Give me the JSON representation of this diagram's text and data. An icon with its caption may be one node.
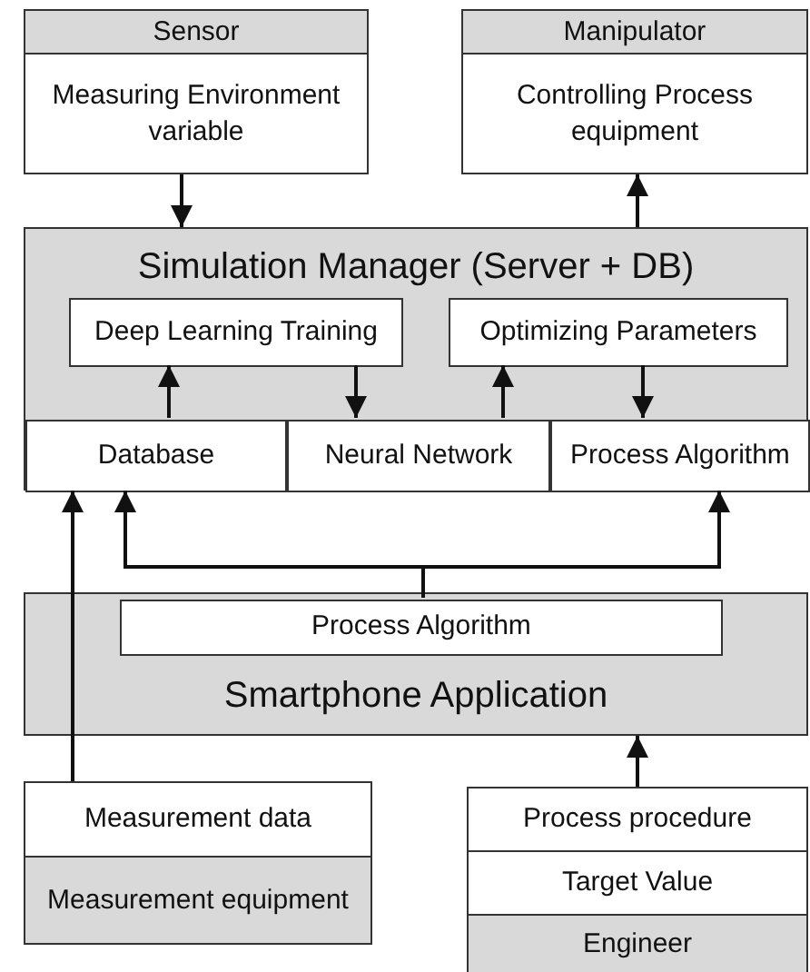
{
  "diagram": {
    "nodes": [
      {
        "text": [
          "Sensor",
          "Measuring Environment variable"
        ]
      },
      {
        "text": [
          "Manipulator",
          "Controlling Process equipment"
        ]
      },
      {
        "text": [
          "Simulation Manager (Server + DB)"
        ]
      },
      {
        "text": [
          "Deep Learning Training"
        ],
        "in": 2
      },
      {
        "text": [
          "Optimizing Parameters"
        ],
        "in": 2
      },
      {
        "text": [
          "Database"
        ],
        "in": 2
      },
      {
        "text": [
          "Neural Network"
        ],
        "in": 2
      },
      {
        "text": [
          "Process Algorithm"
        ],
        "in": 2
      },
      {
        "text": [
          "Smartphone Application"
        ]
      },
      {
        "text": [
          "Process Algorithm"
        ],
        "in": 8
      },
      {
        "text": [
          "Measurement data",
          "Measurement equipment"
        ]
      },
      {
        "text": [
          "Process procedure",
          "Target Value",
          "Engineer"
        ]
      }
    ],
    "edges": [
      {
        "from": 0,
        "to": 2,
        "arrow": "to"
      },
      {
        "from": 2,
        "to": 1,
        "arrow": "to"
      },
      {
        "from": 5,
        "to": 3,
        "arrow": "to"
      },
      {
        "from": 3,
        "to": 6,
        "arrow": "to"
      },
      {
        "from": 6,
        "to": 4,
        "arrow": "to"
      },
      {
        "from": 4,
        "to": 7,
        "arrow": "to"
      },
      {
        "from": 9,
        "to": 5,
        "arrow": "to"
      },
      {
        "from": 9,
        "to": 7,
        "arrow": "to"
      },
      {
        "from": 10,
        "to": 5,
        "arrow": "to"
      },
      {
        "from": 11,
        "to": 8,
        "arrow": "to"
      }
    ]
  }
}
